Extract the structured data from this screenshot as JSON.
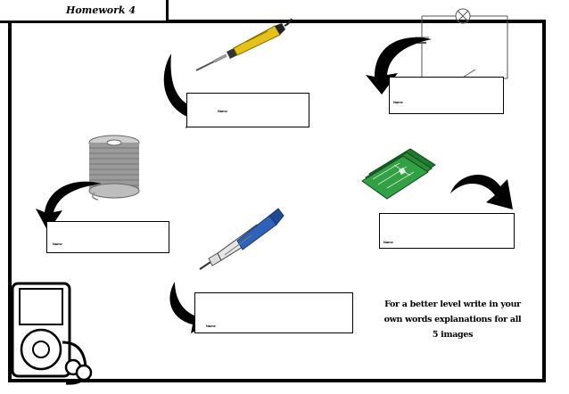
{
  "header": {
    "title": "Homework 4"
  },
  "labels": {
    "box1": "Name",
    "box2": "Name",
    "box3": "Name",
    "box4": "Name",
    "box5": "Name"
  },
  "note": {
    "line1": "For a better level write in your",
    "line2": "own words explanations for all",
    "line3": "5 images"
  },
  "colors": {
    "iron_handle": "#e5c21a",
    "pump_body": "#2f63b8",
    "pcb": "#2a8a3a"
  }
}
